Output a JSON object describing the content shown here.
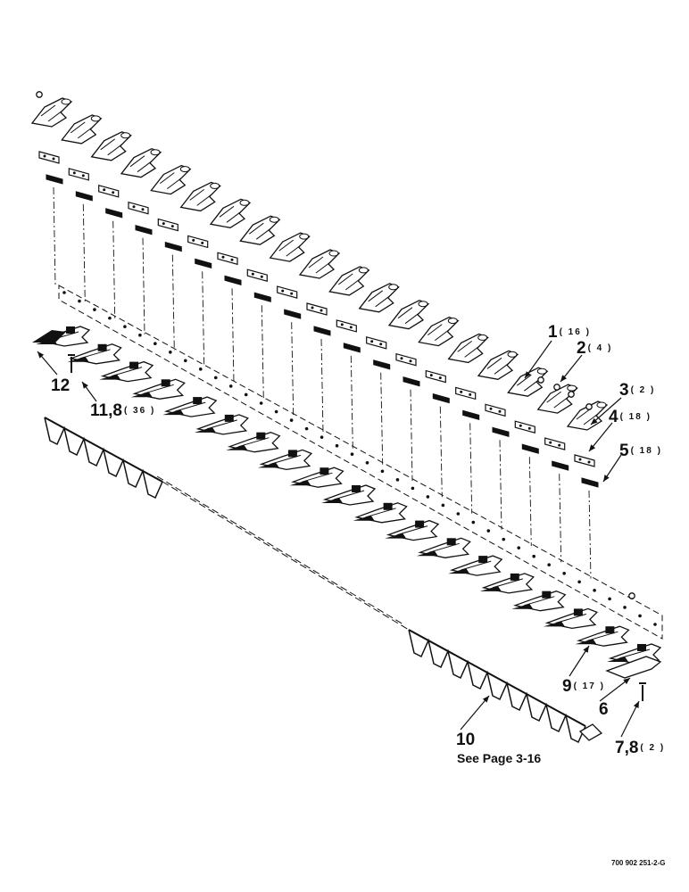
{
  "callouts": {
    "c1": {
      "num": "1",
      "qty": "( 16 )"
    },
    "c2": {
      "num": "2",
      "qty": "( 4 )"
    },
    "c3": {
      "num": "3",
      "qty": "( 2 )"
    },
    "c4": {
      "num": "4",
      "qty": "( 18 )"
    },
    "c5": {
      "num": "5",
      "qty": "( 18 )"
    },
    "c6": {
      "num": "6",
      "qty": ""
    },
    "c78": {
      "num": "7,8",
      "qty": "( 2 )"
    },
    "c9": {
      "num": "9",
      "qty": "( 17 )"
    },
    "c10": {
      "num": "10",
      "qty": ""
    },
    "c118": {
      "num": "11,8",
      "qty": "( 36 )"
    },
    "c12": {
      "num": "12",
      "qty": ""
    }
  },
  "reference_note": "See Page 3-16",
  "drawing_code": "700 902 251-2-G",
  "colors": {
    "ink": "#111111",
    "paper": "#ffffff"
  }
}
